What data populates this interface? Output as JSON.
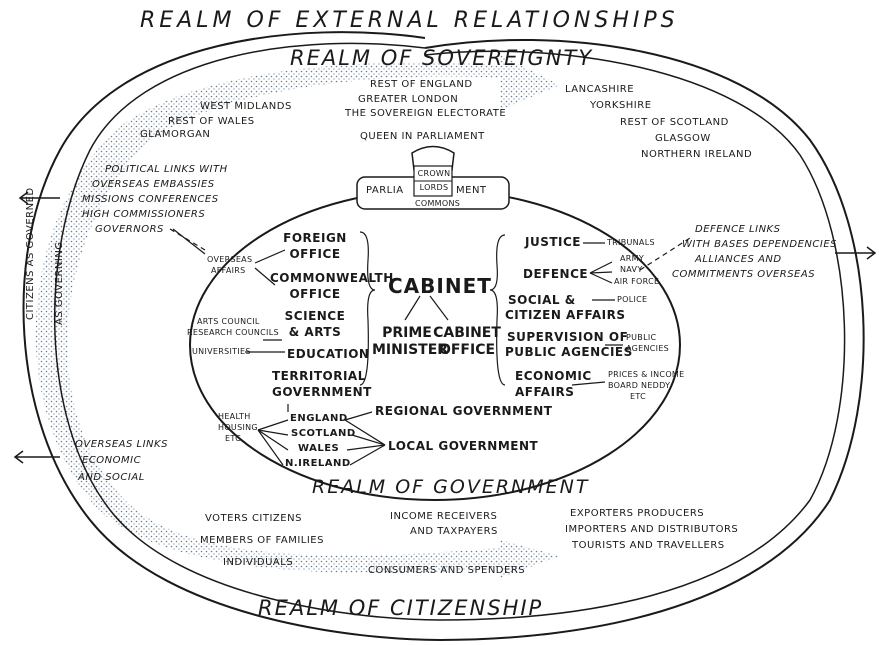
{
  "colors": {
    "ink": "#1a1a1a",
    "stipple": "#6b7e91",
    "paper": "#ffffff"
  },
  "realms": {
    "external": "REALM OF EXTERNAL RELATIONSHIPS",
    "sovereignty": "REALM OF SOVEREIGNTY",
    "government": "REALM OF GOVERNMENT",
    "citizenship": "REALM OF CITIZENSHIP"
  },
  "sovereignty": {
    "left": [
      "WEST MIDLANDS",
      "REST OF WALES",
      "GLAMORGAN"
    ],
    "center": [
      "REST OF ENGLAND",
      "GREATER LONDON",
      "THE SOVEREIGN ELECTORATE"
    ],
    "right": [
      "LANCASHIRE",
      "YORKSHIRE",
      "REST OF SCOTLAND",
      "GLASGOW",
      "NORTHERN IRELAND"
    ],
    "queen_in_parliament": "QUEEN IN PARLIAMENT",
    "crown": "CROWN",
    "lords": "LORDS",
    "parliament_left": "PARLIA",
    "parliament_right": "MENT",
    "commons": "COMMONS"
  },
  "external": {
    "left": [
      "POLITICAL LINKS WITH",
      "OVERSEAS EMBASSIES",
      "MISSIONS CONFERENCES",
      "HIGH COMMISSIONERS",
      "GOVERNORS"
    ],
    "right": [
      "DEFENCE LINKS",
      "WITH BASES DEPENDENCIES",
      "ALLIANCES AND",
      "COMMITMENTS OVERSEAS"
    ],
    "lower_left": [
      "OVERSEAS LINKS",
      "ECONOMIC",
      "AND SOCIAL"
    ],
    "citizens_as_governed": "CITIZENS AS GOVERNED",
    "as_governing": "AS GOVERNING"
  },
  "government": {
    "cabinet": "CABINET",
    "prime_minister": [
      "PRIME",
      "MINISTER"
    ],
    "cabinet_office": [
      "CABINET",
      "OFFICE"
    ],
    "overseas_affairs": [
      "OVERSEAS",
      "AFFAIRS"
    ],
    "foreign_office": [
      "FOREIGN",
      "OFFICE"
    ],
    "commonwealth_office": [
      "COMMONWEALTH",
      "OFFICE"
    ],
    "arts_councils": [
      "ARTS COUNCIL",
      "RESEARCH COUNCILS"
    ],
    "science_arts": [
      "SCIENCE",
      "& ARTS"
    ],
    "universities": "UNIVERSITIES",
    "education": "EDUCATION",
    "territorial": [
      "TERRITORIAL",
      "GOVERNMENT"
    ],
    "health_housing": [
      "HEALTH",
      "HOUSING",
      "ETC"
    ],
    "nations": [
      "ENGLAND",
      "SCOTLAND",
      "WALES",
      "N.IRELAND"
    ],
    "regional": "REGIONAL GOVERNMENT",
    "local": "LOCAL GOVERNMENT",
    "justice": "JUSTICE",
    "tribunals": "TRIBUNALS",
    "defence": "DEFENCE",
    "forces": [
      "ARMY",
      "NAVY",
      "AIR FORCE"
    ],
    "social": [
      "SOCIAL &",
      "CITIZEN AFFAIRS"
    ],
    "police": "POLICE",
    "supervision": [
      "SUPERVISION OF",
      "PUBLIC AGENCIES"
    ],
    "public_agencies": [
      "PUBLIC",
      "AGENCIES"
    ],
    "economic": [
      "ECONOMIC",
      "AFFAIRS"
    ],
    "prices": [
      "PRICES & INCOME",
      "BOARD NEDDY",
      "ETC"
    ]
  },
  "citizenship": {
    "voters": "VOTERS   CITIZENS",
    "families": "MEMBERS OF FAMILIES",
    "individuals": "INDIVIDUALS",
    "income": [
      "INCOME RECEIVERS",
      "AND TAXPAYERS"
    ],
    "consumers": "CONSUMERS AND SPENDERS",
    "right": [
      "EXPORTERS   PRODUCERS",
      "IMPORTERS AND DISTRIBUTORS",
      "TOURISTS AND TRAVELLERS"
    ]
  }
}
